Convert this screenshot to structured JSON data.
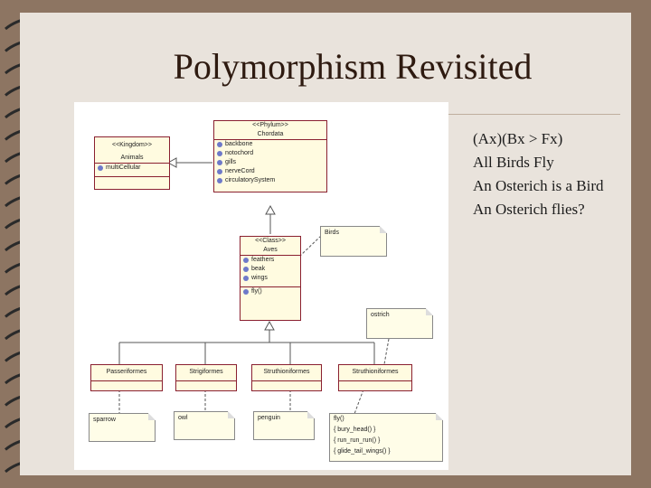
{
  "slide": {
    "title": "Polymorphism Revisited",
    "bullets": [
      "(Ax)(Bx > Fx)",
      "All Birds Fly",
      "An Osterich is a Bird",
      "An Osterich flies?"
    ],
    "bullet_symbol": "•"
  },
  "diagram": {
    "kingdom": {
      "stereotype": "<<Kingdom>>",
      "name": "Animals",
      "attributes": [
        "multiCellular"
      ]
    },
    "phylum": {
      "stereotype": "<<Phylum>>",
      "name": "Chordata",
      "attributes": [
        "backbone",
        "notochord",
        "gills",
        "nerveCord",
        "circulatorySystem"
      ]
    },
    "class_box": {
      "stereotype": "<<Class>>",
      "name": "Aves",
      "attributes": [
        "feathers",
        "beak",
        "wings"
      ],
      "operation": "fly()"
    },
    "birds_note": "Birds",
    "ostrich_note": "ostrich",
    "orders": [
      "Passeriformes",
      "Strigiformes",
      "Struthioniformes",
      "Struthioniformes"
    ],
    "notes_bottom": [
      "sparrow",
      "owl",
      "penguin"
    ],
    "ostrich_method_lines": [
      "fly()",
      "{ bury_head() }",
      "{ run_run_run() }",
      "{ glide_tail_wings() }"
    ]
  },
  "colors": {
    "frame": "#8d7562",
    "slide": "#e9e3dc",
    "uml_border": "#8a2030",
    "uml_fill": "#fffbe0",
    "attr_icon": "#6e79c9"
  }
}
